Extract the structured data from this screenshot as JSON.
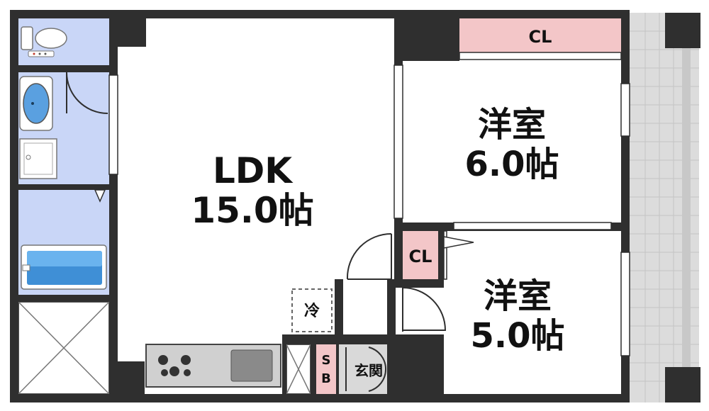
{
  "colors": {
    "wall": "#2f2f2f",
    "wet_area": "#c9d6f7",
    "closet": "#f3c6c8",
    "balcony": "#dcdcdc",
    "entrance": "#d9d9d9",
    "floor": "#ffffff"
  },
  "rooms": {
    "ldk": {
      "name": "LDK",
      "size": "15.0帖"
    },
    "western_1": {
      "name": "洋室",
      "size": "6.0帖"
    },
    "western_2": {
      "name": "洋室",
      "size": "5.0帖"
    }
  },
  "labels": {
    "closet_top": "CL",
    "closet_mid": "CL",
    "fridge": "冷",
    "shoe_box_top": "S",
    "shoe_box_bottom": "B",
    "entrance": "玄関"
  },
  "icons": {
    "toilet": "toilet-icon",
    "washbasin": "washbasin-icon",
    "washer_pan": "washer-pan-icon",
    "bathtub": "bathtub-icon",
    "stove": "stove-icon",
    "sink": "sink-icon"
  }
}
